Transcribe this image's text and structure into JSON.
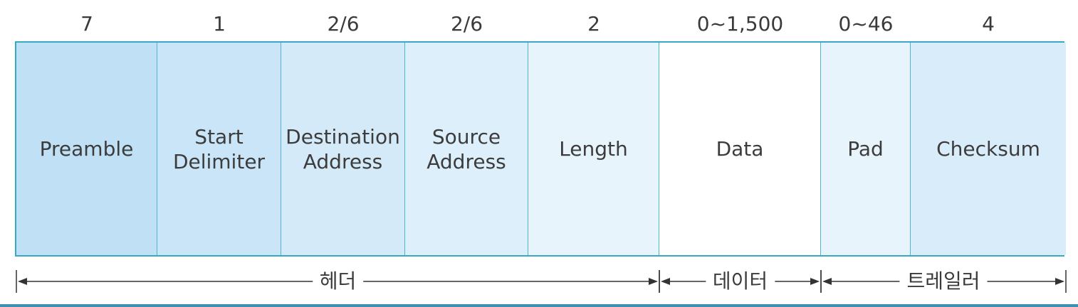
{
  "fields": [
    {
      "size": "7",
      "name": "Preamble",
      "fill": "#bfe0f5"
    },
    {
      "size": "1",
      "name": "Start\nDelimiter",
      "fill": "#c9e5f7"
    },
    {
      "size": "2/6",
      "name": "Destination\nAddress",
      "fill": "#d4eaf8"
    },
    {
      "size": "2/6",
      "name": "Source\nAddress",
      "fill": "#ddeffa"
    },
    {
      "size": "2",
      "name": "Length",
      "fill": "#e8f4fc"
    },
    {
      "size": "0~1,500",
      "name": "Data",
      "fill": "#ffffff"
    },
    {
      "size": "0~46",
      "name": "Pad",
      "fill": "#e8f4fc"
    },
    {
      "size": "4",
      "name": "Checksum",
      "fill": "#d9ecf9"
    }
  ],
  "sections": [
    {
      "label": "헤더",
      "from_field": 0,
      "to_field": 4
    },
    {
      "label": "데이터",
      "from_field": 5,
      "to_field": 5
    },
    {
      "label": "트레일러",
      "from_field": 6,
      "to_field": 7
    }
  ],
  "colors": {
    "border": "#38a9c4",
    "arrow": "#333333"
  }
}
